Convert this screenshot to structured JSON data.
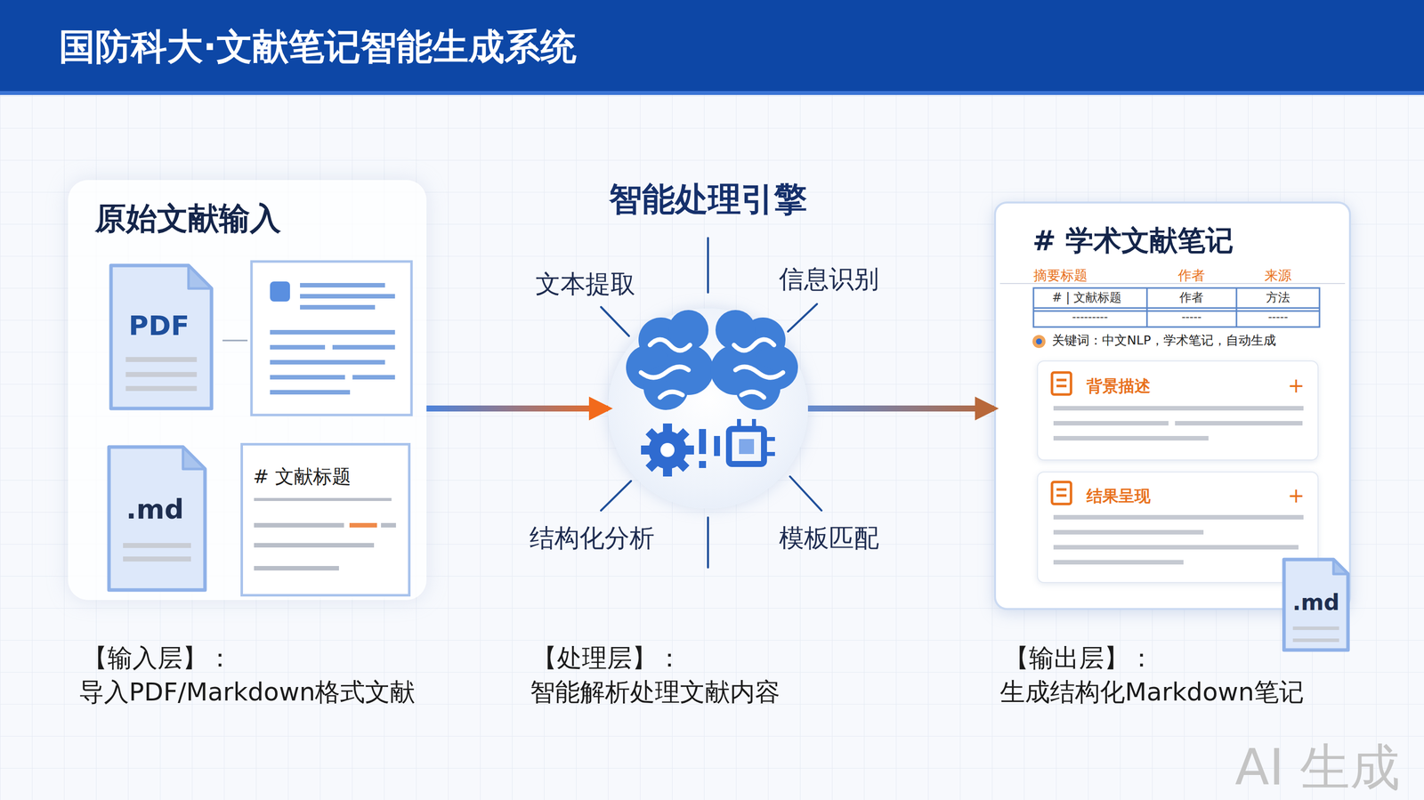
{
  "diagram": {
    "title": "国防科大·文献笔记智能生成系统",
    "nodes": [
      {
        "text": [
          "原始文献输入"
        ]
      },
      {
        "text": [
          "PDF"
        ],
        "in": 0
      },
      {
        "text": [
          ".md"
        ],
        "in": 0
      },
      {
        "text": [
          "# 文献标题"
        ],
        "in": 0
      },
      {
        "text": [
          "智能处理引擎"
        ]
      },
      {
        "text": [
          "# 学术文献笔记"
        ]
      },
      {
        "text": [
          "背景描述",
          "+"
        ],
        "in": 5
      },
      {
        "text": [
          "结果呈现",
          "+"
        ],
        "in": 5
      },
      {
        "text": [
          ".md"
        ]
      }
    ],
    "edges": [
      {
        "from": 0,
        "to": 4,
        "arrow": "to"
      },
      {
        "from": 4,
        "to": 5,
        "arrow": "to"
      }
    ],
    "labels": [
      "文本提取",
      "信息识别",
      "结构化分析",
      "模板匹配",
      "摘要标题",
      "作者",
      "来源",
      "# | 文献标题",
      "作者",
      "方法",
      "---------",
      "-----",
      "-----",
      "关键词：中文NLP，学术笔记，自动生成",
      "【输入层】：",
      "导入PDF/Markdown格式文献",
      "【处理层】：",
      "智能解析处理文献内容",
      "【输出层】：",
      "生成结构化Markdown笔记",
      "AI 生成"
    ]
  }
}
